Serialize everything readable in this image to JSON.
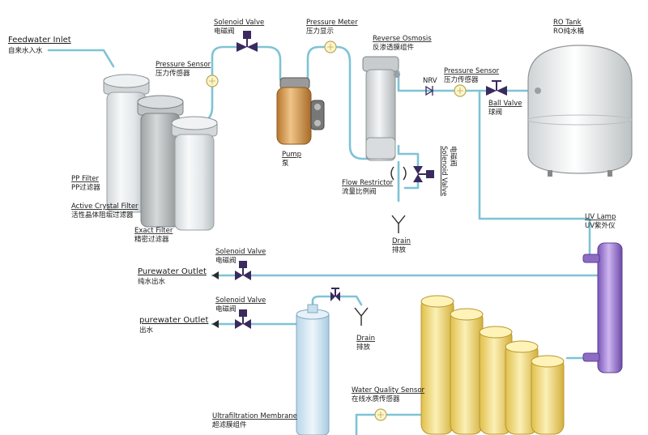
{
  "colors": {
    "pipe": "#7fc3d6",
    "valve": "#3a2a5e",
    "pump": "#d9a460",
    "uv_lamp": "#a685d6",
    "post_filter": "#f1da7a"
  },
  "labels": {
    "feedwater_inlet": {
      "en": "Feedwater Inlet",
      "cn": "自来水入水"
    },
    "solenoid_valve_top": {
      "en": "Solenoid Valve",
      "cn": "电磁阀"
    },
    "pressure_meter": {
      "en": "Pressure Meter",
      "cn": "压力显示"
    },
    "reverse_osmosis": {
      "en": "Reverse Osmosis",
      "cn": "反渗透膜组件"
    },
    "ro_tank": {
      "en": "RO Tank",
      "cn": "RO纯水桶"
    },
    "pressure_sensor_left": {
      "en": "Pressure Sensor",
      "cn": "压力传感器"
    },
    "nrv": {
      "en": "NRV"
    },
    "pressure_sensor_right": {
      "en": "Pressure Sensor",
      "cn": "压力传感器"
    },
    "ball_valve": {
      "en": "Ball Valve",
      "cn": "球阀"
    },
    "pump": {
      "en": "Pump",
      "cn": "泵"
    },
    "pp_filter": {
      "en": "PP Filter",
      "cn": "PP过滤器"
    },
    "active_crystal_filter": {
      "en": "Active Crystal Filter",
      "cn": "活性晶体阻垢过滤器"
    },
    "exact_filter": {
      "en": "Exact Filter",
      "cn": "精密过滤器"
    },
    "flow_restrictor": {
      "en": "Flow Restrictor",
      "cn": "流量比例阀"
    },
    "solenoid_valve_vertical": {
      "en": "Solenoid Valve",
      "cn": "电磁阀"
    },
    "drain_top": {
      "en": "Drain",
      "cn": "排放"
    },
    "uv_lamp": {
      "en": "UV Lamp",
      "cn": "UV紫外仪"
    },
    "solenoid_valve_mid": {
      "en": "Solenoid Valve",
      "cn": "电磁阀"
    },
    "purewater_outlet": {
      "en": "Purewater Outlet",
      "cn": "纯水出水"
    },
    "solenoid_valve_low": {
      "en": "Solenoid Valve",
      "cn": "电磁阀"
    },
    "purewater_outlet_2": {
      "en": "purewater Outlet",
      "cn": "出水"
    },
    "drain_low": {
      "en": "Drain",
      "cn": "排放"
    },
    "water_quality_sensor": {
      "en": "Water Quality Sensor",
      "cn": "在线水质传感器"
    },
    "ultrafiltration_membrane": {
      "en": "Ultrafiltration Membrane",
      "cn": "超滤膜组件"
    }
  }
}
